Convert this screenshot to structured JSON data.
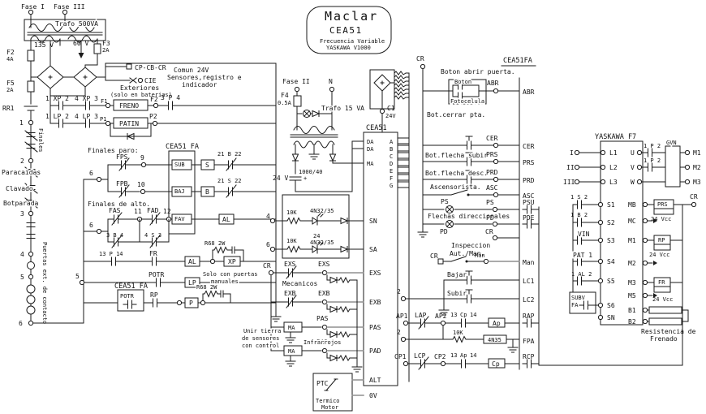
{
  "window": {
    "bg": "#ffffff",
    "ink": "#1a1a1a",
    "gray": "#8f8f8f"
  },
  "logo": {
    "brand": "Maclar",
    "model": "CEA51",
    "sub1": "Frecuencia Variable",
    "sub2": "YASKAWA V1000"
  },
  "power": {
    "fase1": "Fase I",
    "fase3": "Fase III",
    "trafo": "Trafo 500VA",
    "v135": "135 V",
    "v60": "60 V",
    "f3": "F3",
    "f3_rating": "2A",
    "f2": "F2",
    "f2_rating": "4A",
    "f5": "F5",
    "f5_rating": "2A",
    "rr1": "RR1",
    "term1": "1",
    "cp_cb_cr": "CP-CB-CR",
    "comun": "Comun 24V",
    "sensores": "Sensores,registro e",
    "indicador": "indicador",
    "cie": "CIE",
    "exteriores": "Exteriores",
    "solo": "(solo en baterias)"
  },
  "freno_row": {
    "c1": "1 XP 2",
    "c2": "4 XP 3",
    "f1": "F1",
    "coil": "FRENO",
    "f2": "F2",
    "c3": "3 P 4"
  },
  "patin_row": {
    "c1": "1 LP 2",
    "c2": "4 LP 3",
    "p1": "P1",
    "coil": "PATIN",
    "p2": "P2"
  },
  "chain": {
    "n2": "2",
    "n3": "3",
    "n4": "4",
    "n5": "5",
    "n6": "6",
    "paracaidas": "Paracaidas",
    "clavado": "Clavado",
    "botparada": "Botparada",
    "finales": "Finales",
    "puertas": "Puertas ext. de contacto"
  },
  "ladder": {
    "finales_paro": "Finales paro:",
    "fps": "FPS",
    "n9": "9",
    "n6a": "6",
    "header": "CEA51 FA",
    "sub": "SUB",
    "s": "S",
    "c21b22": "21 B 22",
    "fpb": "FPB",
    "n10": "10",
    "baj": "BAJ",
    "b": "B",
    "c21s22": "21 S 22",
    "finales_alto": "Finales de alto.",
    "fas": "FAS",
    "n11": "11",
    "fad": "FAD",
    "n12": "12",
    "fav": "FAV",
    "n6b": "6",
    "c3b4": "3 B 4",
    "c4s3": "4 S 3",
    "al1": "AL",
    "c13p14": "13 P 14",
    "fr": "FR",
    "al2": "AL",
    "r68a": "R68 2W",
    "xp": "XP",
    "n5": "5",
    "potr": "POTR",
    "lp": "LP",
    "solo1": "Solo con puertas",
    "solo2": "manuales",
    "r68b": "R68 2W",
    "header2": "CEA51 FA",
    "potr2": "POTR",
    "rp": "RP",
    "p": "P"
  },
  "psu": {
    "fase2": "Fase II",
    "n": "N",
    "f4": "F4",
    "f4_rating": "0.5A",
    "trafo": "Trafo 15 VA",
    "v24": "24 V",
    "cap": "1000/40",
    "plus": "+",
    "c1": "C1",
    "c1v": "24V"
  },
  "cea51": {
    "header": "CEA51",
    "da1": "DA",
    "da2": "DA",
    "ma": "MA",
    "pa": "A",
    "pb": "B",
    "pc": "C",
    "pd": "D",
    "pe": "E",
    "pf": "F",
    "pg": "G",
    "t4": "4",
    "t6": "6",
    "r1": "10K",
    "r2": "10K",
    "opto1": "4N32/35",
    "opto2": "4N32/35",
    "v24": "24",
    "cr": "CR",
    "exs_c": "EXS",
    "exs_t": "EXS",
    "exs": "EXS",
    "sn": "SN",
    "sa": "SA",
    "mecanicos": "Mecanicos",
    "exb_c": "EXB",
    "exb_t": "EXB",
    "exb": "EXB",
    "ma1": "MA",
    "ma2": "MA",
    "pas_t": "PAS",
    "pas": "PAS",
    "pad_t": "PAD",
    "pad": "PAD",
    "infrarrojos": "Infrarrojos",
    "unir1": "Unir tierra",
    "unir2": "de sensores",
    "unir3": "con control",
    "alt": "ALT",
    "v0": "0V",
    "ptc": "PTC",
    "termico": "Termico",
    "motor": "Motor"
  },
  "panel": {
    "cr": "CR",
    "abrir": "Boton abrir puerta.",
    "header": "CEA51FA",
    "boton": "Boton",
    "fotocelula": "Fotocelula",
    "abr_t": "ABR",
    "abr": "ABR",
    "cerrar": "Bot.cerrar pta.",
    "cer_t": "CER",
    "cer": "CER",
    "subir_f": "Bot.flecha subir",
    "prs_t": "PRS",
    "prs": "PRS",
    "desc_f": "Bot.flecha desc.",
    "prd_t": "PRD",
    "prd": "PRD",
    "ascensorista": "Ascensorista.",
    "asc_t": "ASC",
    "asc": "ASC",
    "ps_l": "PS",
    "pd_l": "PD",
    "flechas": "Flechas direccionales",
    "ps_t": "PS",
    "pd_t": "PD",
    "cr2": "CR",
    "psu": "PSU",
    "pde": "PDE",
    "inspeccion": "Inspeccion",
    "autman": "Aut./Man.",
    "cr3": "CR",
    "man_t": "Man",
    "man": "Man",
    "bajar": "Bajar",
    "lc1": "LC1",
    "subir": "Subir",
    "lc2": "LC2",
    "t2a": "2",
    "ap1": "AP1",
    "lap": "LAP",
    "ap2": "AP2",
    "c13a": "13",
    "cpa": "Cp",
    "c14a": "14",
    "ap_coil": "Ap",
    "rap": "RAP",
    "r10k": "10K",
    "opto": "4N35",
    "fpa": "FPA",
    "t2b": "2",
    "cp1": "CP1",
    "lcp": "LCP",
    "cp2": "CP2",
    "c13b": "13",
    "apa": "Ap",
    "c14b": "14",
    "cp_coil": "Cp",
    "rcp": "RCP"
  },
  "drive": {
    "header": "YASKAWA F7",
    "i": "I",
    "ii": "II",
    "iii": "III",
    "l1": "L1",
    "l2": "L2",
    "l3": "L3",
    "u": "U",
    "v": "V",
    "w": "W",
    "c1p2a": "1 P 2",
    "c1p2b": "1 P 2",
    "gvn": "GVN",
    "m1o": "M1",
    "m2o": "M2",
    "m3o": "M3",
    "c1s2": "1 S 2",
    "s1": "S1",
    "c1b2": "1 B 2",
    "s2": "S2",
    "vin": "VIN",
    "s3": "S3",
    "pat1": "PAT 1",
    "s4": "S4",
    "c1al2": "1 AL 2",
    "s5": "S5",
    "subv": "SUBV",
    "fa": "FA",
    "s6": "S6",
    "sn": "SN",
    "mb": "MB",
    "prs": "PRS",
    "vcc1": "24 Vcc",
    "cr": "CR",
    "mc": "MC",
    "m1": "M1",
    "rp": "RP",
    "vcc2": "24 Vcc",
    "m2": "M2",
    "m3": "M3",
    "fr": "FR",
    "vcc3": "24 Vcc",
    "m5": "M5",
    "b1": "B1",
    "b2": "B2",
    "res1": "Resistencia de",
    "res2": "Frenado"
  }
}
